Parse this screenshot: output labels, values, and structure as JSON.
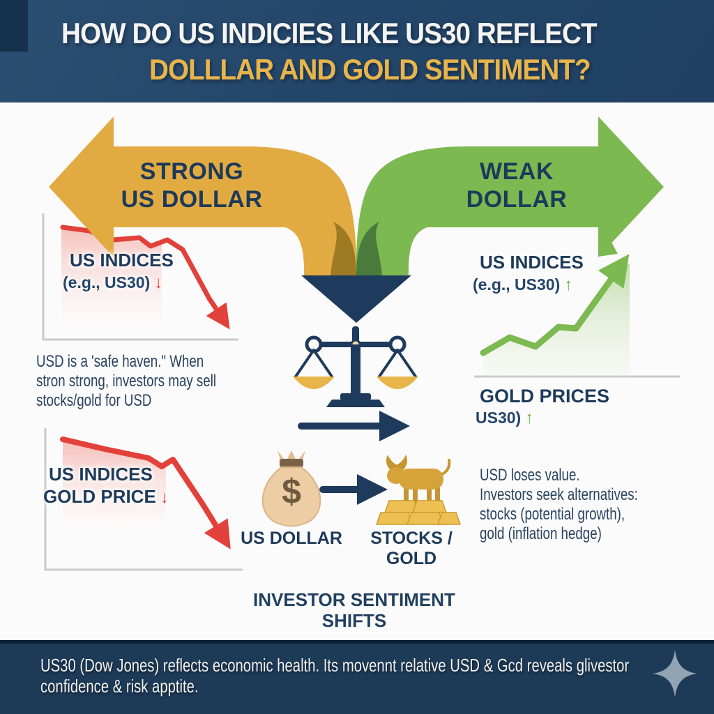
{
  "header": {
    "title_line1": "HOW DO US INDICIES LIKE US30 REFLECT",
    "title_line2": "DOLLLAR AND GOLD SENTIMENT?"
  },
  "arrows": {
    "strong": {
      "line1": "STRONG",
      "line2": "US DOLLAR"
    },
    "weak": {
      "line1": "WEAK",
      "line2": "DOLLAR"
    }
  },
  "left": {
    "chart_top": {
      "label": "US INDICES",
      "sublabel": "(e.g., US30)",
      "trend": "↓",
      "direction": "down"
    },
    "note": [
      "USD is a 'safe haven.\" When",
      "stron strong, investors may sell",
      "stocks/gold for USD"
    ],
    "chart_bottom": {
      "label_line1": "US INDICES",
      "label_line2": "GOLD PRICE",
      "trend": "↓",
      "direction": "down"
    }
  },
  "center": {
    "dollar_sign": "$",
    "us_dollar_label": "US DOLLAR",
    "stocks_gold_label": "STOCKS / GOLD",
    "sentiment_line1": "INVESTOR SENTIMENT",
    "sentiment_line2": "SHIFTS"
  },
  "right": {
    "chart": {
      "label": "US INDICES",
      "sublabel": "(e.g., US30)",
      "trend": "↑",
      "direction": "up"
    },
    "gold_prices": {
      "label": "GOLD PRICES",
      "sublabel": "US30)",
      "trend": "↑",
      "direction": "up"
    },
    "note": [
      "USD loses value.",
      "Investors seek alternatives:",
      "stocks (potential growth),",
      "gold (inflation hedge)"
    ]
  },
  "footer": {
    "line1": "US30 (Dow Jones) reflects economic health. Its movennt relative USD & Gcd reveals glivestor",
    "line2": "confidence & risk apptite."
  },
  "colors": {
    "header_bg": "#23466a",
    "footer_bg": "#1d3a57",
    "gold_accent": "#e2ab41",
    "green_accent": "#7cb950",
    "navy": "#1e3a5c",
    "red": "#e2403a",
    "title_gold": "#e7b54c"
  },
  "icons": {
    "funnel_arrow": "▼",
    "balance_scale": "⚖",
    "money_bag": "💰 ($ bag)",
    "bull_on_gold_bars": "🐂",
    "transfer_arrow": "→",
    "sentiment_arrow": "→",
    "down_trend": "↓",
    "up_trend": "↑",
    "sparkle": "✦"
  }
}
